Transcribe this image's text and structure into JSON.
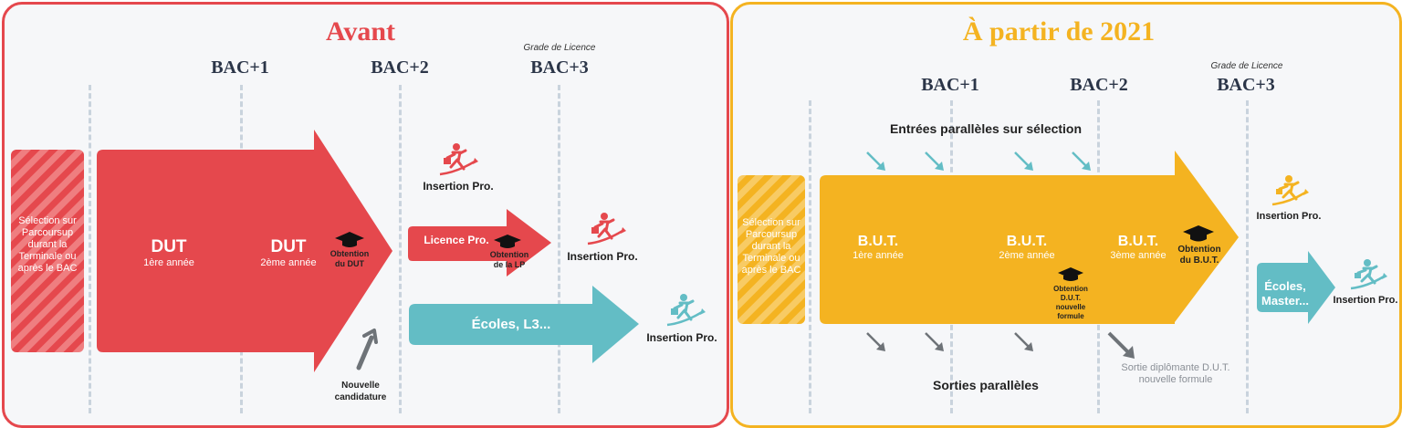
{
  "colors": {
    "red": "#e5484d",
    "orange": "#f4b321",
    "teal": "#63bdc5",
    "gray": "#6e7378"
  },
  "left": {
    "title": "Avant",
    "bac": [
      "BAC+1",
      "BAC+2",
      "BAC+3"
    ],
    "grade": "Grade de Licence",
    "selection": "Sélection sur Parcoursup durant la Terminale ou après le BAC",
    "dut1": {
      "title": "DUT",
      "sub": "1ère année"
    },
    "dut2": {
      "title": "DUT",
      "sub": "2ème année"
    },
    "obtention_dut": "Obtention du DUT",
    "licence": {
      "title": "Licence Pro."
    },
    "obtention_lp": "Obtention de la LP",
    "ecoles": "Écoles, L3...",
    "insertion": "Insertion Pro.",
    "nouvelle": "Nouvelle candidature"
  },
  "right": {
    "title": "À partir de 2021",
    "bac": [
      "BAC+1",
      "BAC+2",
      "BAC+3"
    ],
    "grade": "Grade de Licence",
    "entrees": "Entrées parallèles sur sélection",
    "sorties": "Sorties parallèles",
    "selection": "Sélection sur Parcoursup durant la Terminale ou après le BAC",
    "but1": {
      "title": "B.U.T.",
      "sub": "1ère année"
    },
    "but2": {
      "title": "B.U.T.",
      "sub": "2ème année"
    },
    "but3": {
      "title": "B.U.T.",
      "sub": "3ème année"
    },
    "obtention_dut_nf": "Obtention D.U.T. nouvelle formule",
    "obtention_but": "Obtention du B.U.T.",
    "sortie_diplomante": "Sortie diplômante D.U.T. nouvelle formule",
    "ecoles": "Écoles, Master...",
    "insertion": "Insertion Pro."
  },
  "icons": [
    "graduation-cap-icon",
    "career-runner-icon",
    "arrow-icon"
  ]
}
